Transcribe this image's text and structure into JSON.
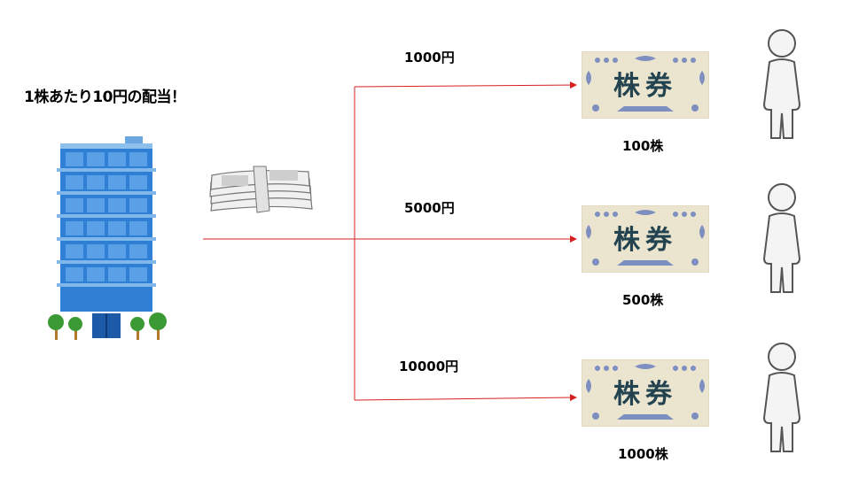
{
  "title": "1株あたり10円の配当！",
  "colors": {
    "arrow": "#d62020",
    "building": "#3a87d8",
    "certificate_bg": "#ebe5cf",
    "certificate_text": "#22434f"
  },
  "icons": {
    "company": "office-building-icon",
    "money": "banknote-stack-icon",
    "certificate": "stock-certificate-icon",
    "person": "person-icon"
  },
  "shareholders": [
    {
      "amount": "1000円",
      "shares": "100株",
      "certificate_text": "株券"
    },
    {
      "amount": "5000円",
      "shares": "500株",
      "certificate_text": "株券"
    },
    {
      "amount": "10000円",
      "shares": "1000株",
      "certificate_text": "株券"
    }
  ]
}
